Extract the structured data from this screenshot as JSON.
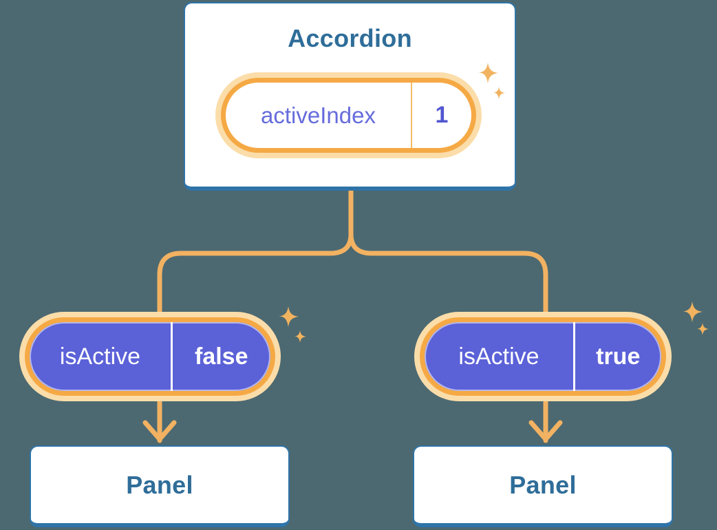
{
  "accordion": {
    "title": "Accordion",
    "state_pill": {
      "label": "activeIndex",
      "value": "1"
    }
  },
  "branches": {
    "left": {
      "prop_pill": {
        "label": "isActive",
        "value": "false"
      },
      "panel": {
        "title": "Panel"
      }
    },
    "right": {
      "prop_pill": {
        "label": "isActive",
        "value": "true"
      },
      "panel": {
        "title": "Panel"
      }
    }
  },
  "icons": {
    "sparkle": "sparkle-icon",
    "arrowhead": "arrowhead-down-icon"
  },
  "colors": {
    "page_background": "#4C6971",
    "card_background": "#FFFFFF",
    "card_border_blue": "#2F74A8",
    "title_blue": "#2F6D99",
    "pill_border_orange": "#F5A945",
    "pill_glow_cream": "#FBDDAA",
    "connector_orange": "#F2B262",
    "sparkle_orange": "#F2B35F",
    "pill_purple": "#5B61D7",
    "state_label_purple": "#666CDB",
    "state_value_purple": "#5156D0",
    "prop_text_white": "#FFFFFF"
  }
}
